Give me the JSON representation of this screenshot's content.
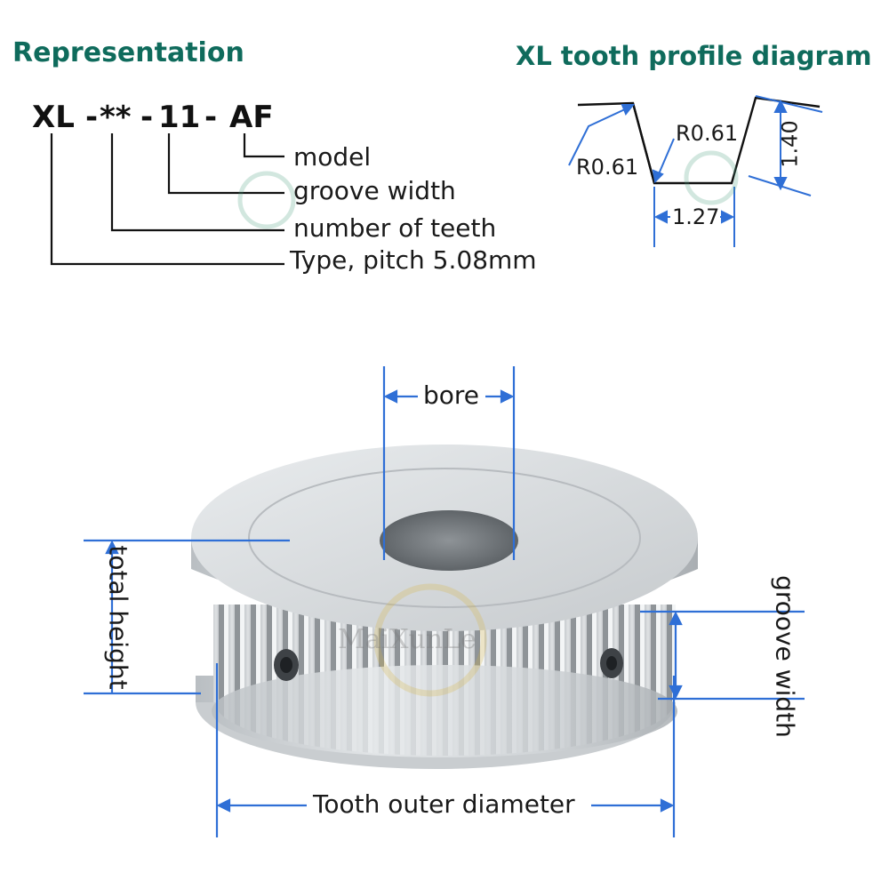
{
  "headings": {
    "representation": "Representation",
    "profile": "XL tooth profile diagram"
  },
  "code": {
    "type": "XL",
    "sep1": "-",
    "teeth": "**",
    "sep2": "-",
    "width": "11",
    "sep3": "-",
    "model": "AF"
  },
  "code_labels": {
    "model": "model",
    "groove_width": "groove width",
    "teeth": "number of teeth",
    "type": "Type, pitch 5.08mm"
  },
  "profile": {
    "radius_top": "R0.61",
    "radius_left": "R0.61",
    "depth": "1.40",
    "width": "1.27"
  },
  "pulley_labels": {
    "bore": "bore",
    "total_height": "total height",
    "groove_width": "groove width",
    "tooth_outer_diameter": "Tooth outer diameter"
  },
  "watermark": "MaiXunLe",
  "colors": {
    "heading": "#0f6b5c",
    "dimension": "#2f6fd6",
    "aluminum": "#cfd3d6"
  }
}
